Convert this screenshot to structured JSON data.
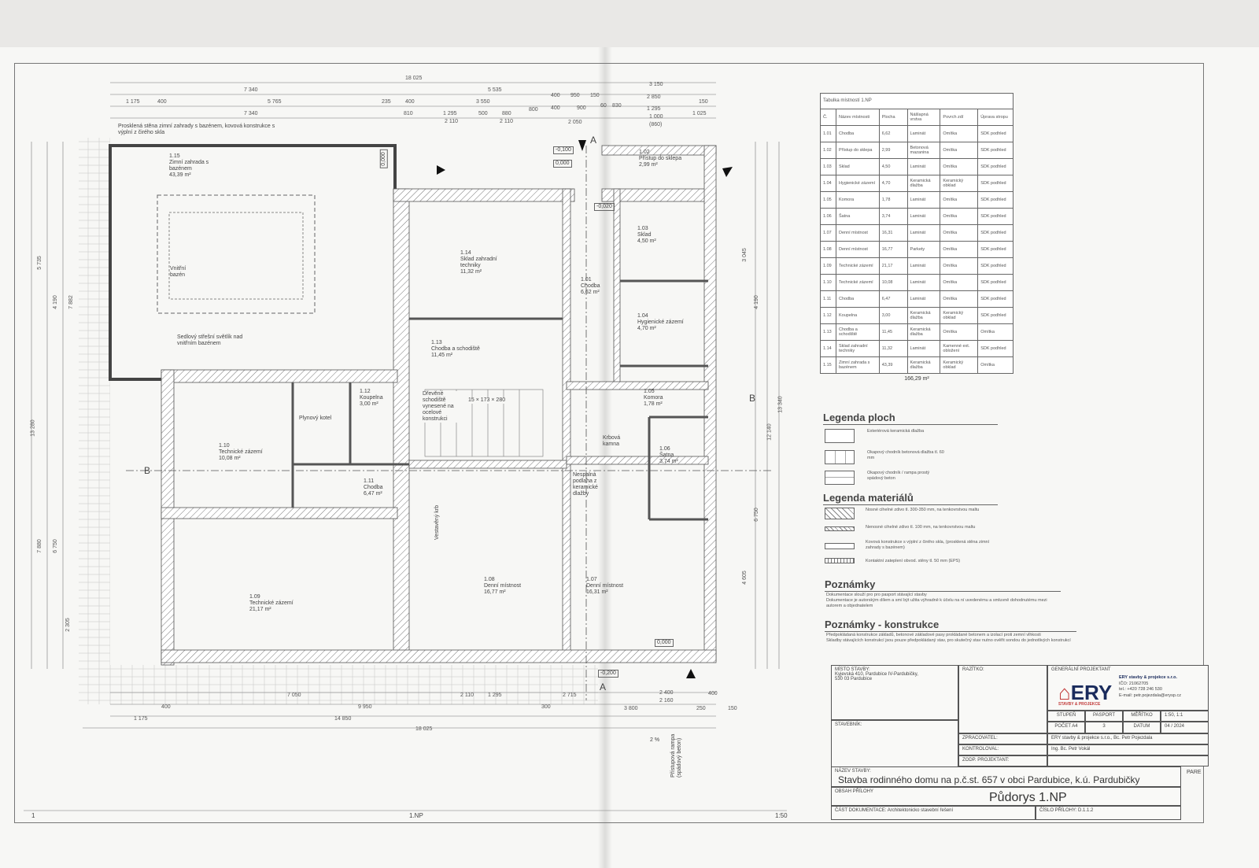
{
  "plan": {
    "label": "1.NP",
    "scale": "1:50",
    "page_num": "1",
    "top_dims": [
      "18 025",
      "7 340",
      "5 535",
      "3 150",
      "1 175",
      "400",
      "5 765",
      "235",
      "400",
      "3 550",
      "400",
      "950",
      "150",
      "2 850",
      "150",
      "7 340",
      "810",
      "1 295",
      "500",
      "880",
      "800",
      "400",
      "900",
      "60",
      "830",
      "1 295",
      "1 025",
      "2 110",
      "2 110",
      "2 050",
      "1 000",
      "(860)"
    ],
    "bottom_dims": [
      "7 050",
      "2 110",
      "1 295",
      "2 715",
      "2 400",
      "400",
      "400",
      "9 950",
      "300",
      "2 160",
      "250",
      "150",
      "1 175",
      "14 850",
      "3 800",
      "18 025"
    ],
    "left_dims": [
      "7 882",
      "5 735",
      "4 190",
      "13 280",
      "7 880",
      "6 750",
      "2 305"
    ],
    "right_dims": [
      "3 045",
      "4 190",
      "13 340",
      "12 140",
      "6 750",
      "4 605"
    ],
    "section_marks": [
      "B",
      "B",
      "A",
      "A"
    ],
    "annotations": [
      "Prosklená stěna zimní zahrady s bazénem, kovová konstrukce s výplní z čirého skla",
      "Vnitřní bazén",
      "Sedlový střešní světlík nad vnitřním bazénem",
      "Plynový kotel",
      "Dřevěné schodiště vynesené na ocelové konstrukci",
      "15 × 173 × 280",
      "Nespalná podlaha z keramické dlažby",
      "Krbová kamna",
      "Vestavěný krb",
      "Přístupová rampa (spádový beton)",
      "2 %"
    ],
    "levels": [
      "0,000",
      "-0,100",
      "0,000",
      "-0,020",
      "0,000",
      "-0,200"
    ],
    "rooms": [
      {
        "no": "1.15",
        "name": "Zimní zahrada s bazénem",
        "area": "43,39 m²"
      },
      {
        "no": "1.14",
        "name": "Sklad zahradní techniky",
        "area": "11,32 m²"
      },
      {
        "no": "1.01",
        "name": "Chodba",
        "area": "6,62 m²"
      },
      {
        "no": "1.02",
        "name": "Přístup do sklepa",
        "area": "2,99 m²"
      },
      {
        "no": "1.03",
        "name": "Sklad",
        "area": "4,50 m²"
      },
      {
        "no": "1.04",
        "name": "Hygienické zázemí",
        "area": "4,70 m²"
      },
      {
        "no": "1.13",
        "name": "Chodba a schodiště",
        "area": "11,45 m²"
      },
      {
        "no": "1.12",
        "name": "Koupelna",
        "area": "3,00 m²"
      },
      {
        "no": "1.10",
        "name": "Technické zázemí",
        "area": "10,08 m²"
      },
      {
        "no": "1.11",
        "name": "Chodba",
        "area": "6,47 m²"
      },
      {
        "no": "1.05",
        "name": "Komora",
        "area": "1,78 m²"
      },
      {
        "no": "1.06",
        "name": "Šatna",
        "area": "3,74 m²"
      },
      {
        "no": "1.09",
        "name": "Technické zázemí",
        "area": "21,17 m²"
      },
      {
        "no": "1.08",
        "name": "Denní místnost",
        "area": "16,77 m²"
      },
      {
        "no": "1.07",
        "name": "Denní místnost",
        "area": "16,31 m²"
      }
    ]
  },
  "room_table": {
    "title": "Tabulka místností 1.NP",
    "headers": [
      "Č.",
      "Název místnosti",
      "Plocha",
      "Nášlapná vrstva",
      "Povrch zdí",
      "Úprava stropu"
    ],
    "rows": [
      [
        "1.01",
        "Chodba",
        "6,62",
        "Laminát",
        "Omítka",
        "SDK podhled"
      ],
      [
        "1.02",
        "Přístup do sklepa",
        "2,99",
        "Betonová mazanina",
        "Omítka",
        "SDK podhled"
      ],
      [
        "1.03",
        "Sklad",
        "4,50",
        "Laminát",
        "Omítka",
        "SDK podhled"
      ],
      [
        "1.04",
        "Hygienické zázemí",
        "4,70",
        "Keramická dlažba",
        "Keramický obklad",
        "SDK podhled"
      ],
      [
        "1.05",
        "Komora",
        "1,78",
        "Laminát",
        "Omítka",
        "SDK podhled"
      ],
      [
        "1.06",
        "Šatna",
        "3,74",
        "Laminát",
        "Omítka",
        "SDK podhled"
      ],
      [
        "1.07",
        "Denní místnost",
        "16,31",
        "Laminát",
        "Omítka",
        "SDK podhled"
      ],
      [
        "1.08",
        "Denní místnost",
        "16,77",
        "Parkety",
        "Omítka",
        "SDK podhled"
      ],
      [
        "1.09",
        "Technické zázemí",
        "21,17",
        "Laminát",
        "Omítka",
        "SDK podhled"
      ],
      [
        "1.10",
        "Technické zázemí",
        "10,08",
        "Laminát",
        "Omítka",
        "SDK podhled"
      ],
      [
        "1.11",
        "Chodba",
        "6,47",
        "Laminát",
        "Omítka",
        "SDK podhled"
      ],
      [
        "1.12",
        "Koupelna",
        "3,00",
        "Keramická dlažba",
        "Keramický obklad",
        "SDK podhled"
      ],
      [
        "1.13",
        "Chodba a schodiště",
        "11,45",
        "Keramická dlažba",
        "Omítka",
        "Omítka"
      ],
      [
        "1.14",
        "Sklad zahradní techniky",
        "11,32",
        "Laminát",
        "Kamenné ext. obložení",
        "SDK podhled"
      ],
      [
        "1.15",
        "Zimní zahrada s bazénem",
        "43,39",
        "Keramická dlažba",
        "Keramický obklad",
        "Omítka"
      ]
    ],
    "total": "166,29 m²"
  },
  "legend_areas": {
    "title": "Legenda ploch",
    "items": [
      "Exteriérová keramická dlažba",
      "Okapový chodník betonová dlažba tl. 60 mm",
      "Okapový chodník / rampa prostý spádový beton"
    ]
  },
  "legend_materials": {
    "title": "Legenda materiálů",
    "items": [
      "Nosné cihelné zdivo tl. 300-350 mm, na tenkovrstvou maltu",
      "Nenosné cihelné zdivo tl. 100 mm, na tenkovrstvou maltu",
      "Kovová konstrukce s výplní z čirého skla, (prosklená stěna zimní zahrady s bazénem)",
      "Kontaktní zateplení obvod. stěny tl. 50 mm (EPS)"
    ]
  },
  "notes": {
    "title": "Poznámky",
    "items": [
      "Dokumentace slouží pro pro pasport stávající stavby",
      "Dokumentace je autorským dílem a smí být užita výhradně k účelu na ní uvedenému a smluvně dohodnutému mezi autorem a objednatelem"
    ]
  },
  "notes_construction": {
    "title": "Poznámky - konstrukce",
    "items": [
      "Předpokládaná konstrukce základů, betonové základové pasy prokládané betonem a izolací proti zemní vlhkosti",
      "Skladby stávajících konstrukcí jsou pouze předpokládaný stav, pro skutečný stav nutno ověřit sondou do jednotlivých konstrukcí"
    ]
  },
  "title_block": {
    "site_label": "MÍSTO STAVBY:",
    "site": "Kyjevská 410, Pardubice IV-Pardubičky, 530 03 Pardubice",
    "stamp_label": "RAZÍTKO:",
    "gp_label": "GENERÁLNÍ PROJEKTANT",
    "company": "ERY stavby & projekce s.r.o.",
    "ico": "IČO: 21062705",
    "tel": "tel.: +420 728 246 530",
    "email": "E-mail: petr.pojezdala@erysp.cz",
    "logo_text": "ERY",
    "logo_sub": "STAVBY & PROJEKCE",
    "investor_label": "STAVEBNÍK:",
    "stage_label": "STUPEŇ",
    "stage": "PASPORT",
    "scale_label": "MĚŘÍTKO",
    "scale": "1:50, 1:1",
    "count_label": "POČET A4",
    "count": "3",
    "date_label": "DATUM",
    "date": "04 / 2024",
    "prepared_label": "ZPRACOVATEL:",
    "prepared": "ERY stavby & projekce s.r.o., Bc. Petr Pojezdala",
    "checked_label": "KONTROLOVAL:",
    "checked": "Ing. Bc. Petr Vokál",
    "resp_label": "ZODP. PROJEKTANT:",
    "building_label": "NÁZEV STAVBY:",
    "building": "Stavba rodinného domu na p.č.st. 657 v obci Pardubice, k.ú. Pardubičky",
    "content_label": "OBSAH PŘÍLOHY",
    "content": "Půdorys 1.NP",
    "part_label": "ČÁST DOKUMENTACE:",
    "part": "Architektonicko stavební řešení",
    "annex_label": "ČÍSLO PŘÍLOHY:",
    "annex": "D.1.1.2",
    "pare": "PARE"
  }
}
